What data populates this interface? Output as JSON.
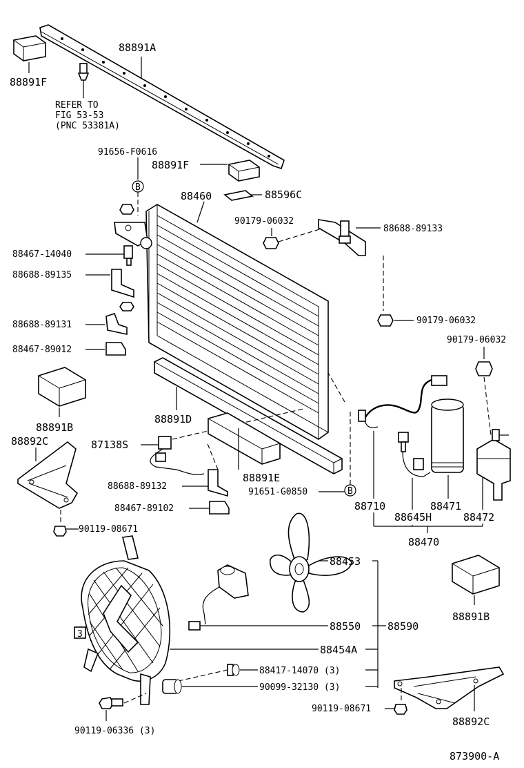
{
  "labels": {
    "p88891A": "88891A",
    "p88891F_top": "88891F",
    "refer": [
      "REFER TO",
      "FIG 53-53",
      "(PNC 53381A)"
    ],
    "p91656": "91656-F0616",
    "p88891F_mid": "88891F",
    "p88460": "88460",
    "p88596C": "88596C",
    "p90179_a": "90179-06032",
    "p88688_89133": "88688-89133",
    "p88467_14040": "88467-14040",
    "p88688_89135": "88688-89135",
    "p90179_b": "90179-06032",
    "p88688_89131": "88688-89131",
    "p88467_89012": "88467-89012",
    "p90179_c": "90179-06032",
    "p88891B_left": "88891B",
    "p88891D": "88891D",
    "p88892C_left": "88892C",
    "p87138S": "87138S",
    "p88688_89132": "88688-89132",
    "p88891E": "88891E",
    "p91651": "91651-G0850",
    "p88710": "88710",
    "p88471": "88471",
    "p88467_89102": "88467-89102",
    "p88645H": "88645H",
    "p88472": "88472",
    "p90119_08671_l": "90119-08671",
    "p88470": "88470",
    "p88453": "88453",
    "p88891B_right": "88891B",
    "p88550": "88550",
    "p88590": "88590",
    "p88454A": "88454A",
    "p88417": "88417-14070 (3)",
    "p90099": "90099-32130 (3)",
    "p90119_08671_r": "90119-08671",
    "p88892C_right": "88892C",
    "p90119_06336": "90119-06336 (3)",
    "fig_id": "873900-A",
    "callout_b": "B"
  }
}
